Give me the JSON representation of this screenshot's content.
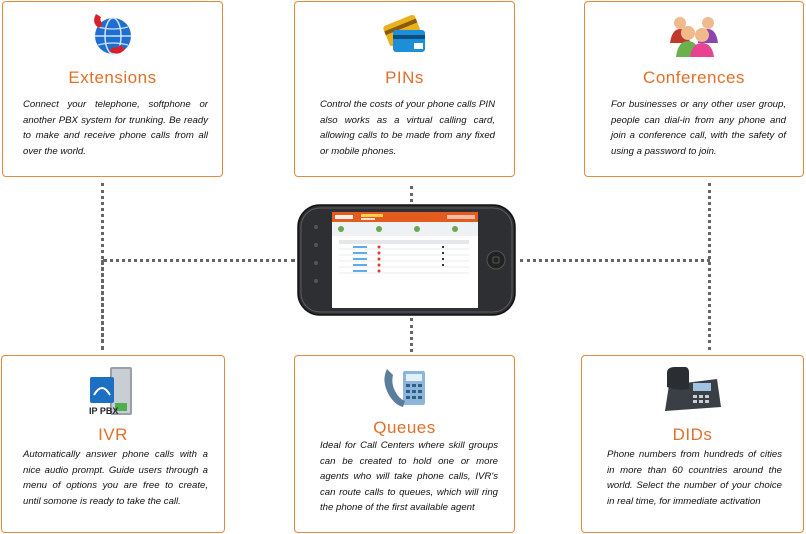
{
  "cards": {
    "extensions": {
      "icon": "globe-phone-icon",
      "title": "Extensions",
      "description": "Connect your telephone, softphone or another PBX system for trunking. Be ready to make and receive phone calls from all over the world."
    },
    "pins": {
      "icon": "credit-cards-icon",
      "title": "PINs",
      "description": "Control the costs of your phone calls PIN also works as a virtual calling card, allowing calls to be made from any fixed or mobile phones."
    },
    "conferences": {
      "icon": "group-people-icon",
      "title": "Conferences",
      "description": "For businesses or any other user group, people can dial-in from any phone and join a conference call, with the safety of using a password to join."
    },
    "ivr": {
      "icon": "ip-pbx-server-icon",
      "icon_label": "IP PBX",
      "title": "IVR",
      "description": "Automatically answer phone calls with a nice audio prompt. Guide users through a menu of options you are free to create, until somone is ready to take the call."
    },
    "queues": {
      "icon": "phone-calculator-icon",
      "title": "Queues",
      "description": "Ideal for Call Centers where skill groups can be created to hold one or more agents who will take phone calls, IVR's can route calls to queues, which will ring the phone of the first available agent"
    },
    "dids": {
      "icon": "desk-phone-icon",
      "title": "DIDs",
      "description": "Phone numbers from hundreds of cities in more than 60 countries around the world. Select the number of your choice in real time, for immediate activation"
    }
  },
  "colors": {
    "accent": "#e0702a",
    "border": "#e58a3c"
  }
}
